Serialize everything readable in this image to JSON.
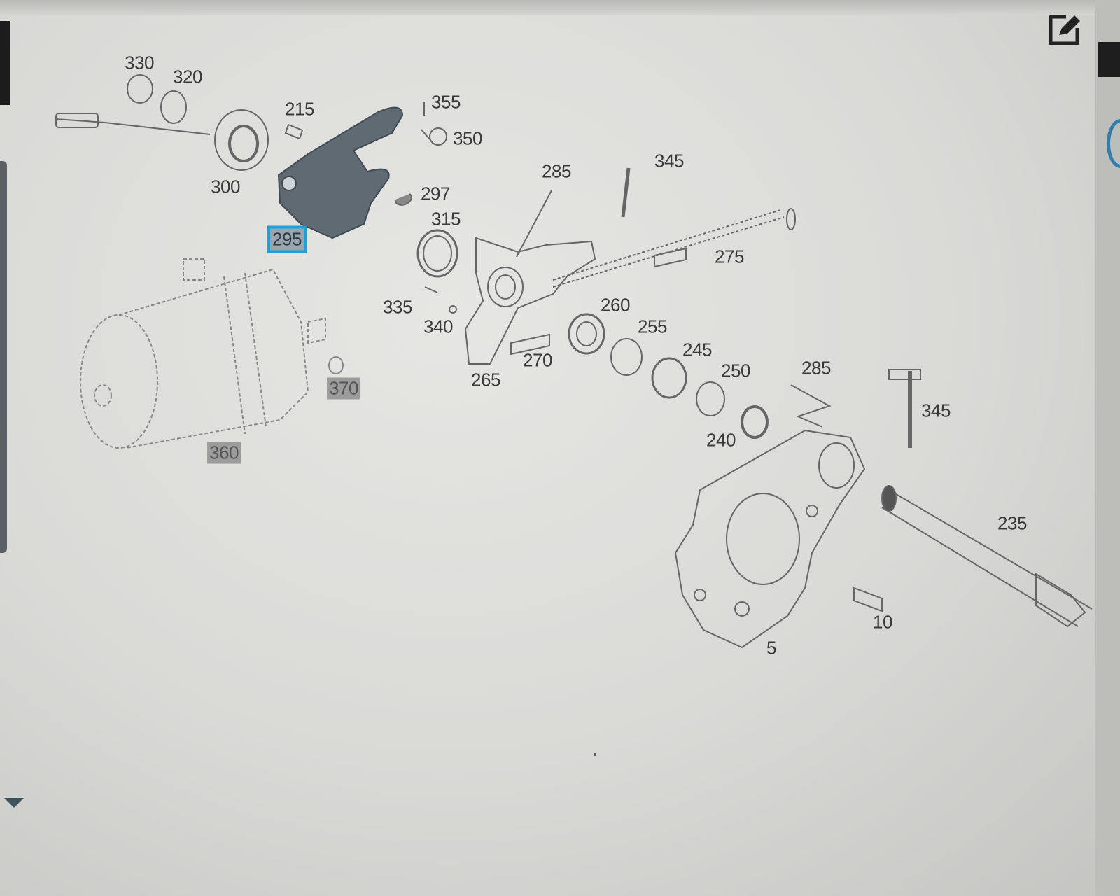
{
  "diagram": {
    "part_labels": {
      "p330": "330",
      "p320": "320",
      "p300": "300",
      "p215": "215",
      "p355": "355",
      "p350": "350",
      "p297": "297",
      "p295": "295",
      "p315": "315",
      "p285a": "285",
      "p345a": "345",
      "p275": "275",
      "p335": "335",
      "p340": "340",
      "p260": "260",
      "p255": "255",
      "p245": "245",
      "p250": "250",
      "p285b": "285",
      "p270": "270",
      "p265": "265",
      "p370": "370",
      "p360": "360",
      "p345b": "345",
      "p240": "240",
      "p235": "235",
      "p10": "10",
      "p5": "5"
    },
    "selected_part": "295",
    "selected_color": "#1e9fd8"
  },
  "toolbar": {
    "edit_icon": "edit-icon"
  }
}
